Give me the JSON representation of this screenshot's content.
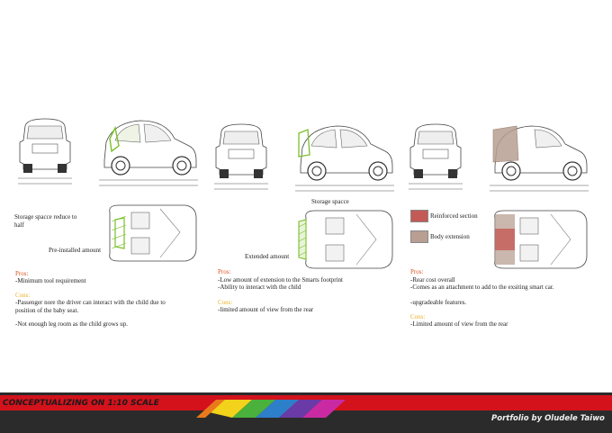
{
  "colors": {
    "pros": "#d9531e",
    "cons": "#e8b22a",
    "reinforced": "#c45a55",
    "body_extension": "#b89f92",
    "footer_red": "#d3121c",
    "footer_dark": "#2b2b2b",
    "child_seat_green": "#7bbf2a"
  },
  "concepts": [
    {
      "notes": [
        "Storage spacce reduce to half",
        "Pre-installed amount"
      ],
      "pros_label": "Pros:",
      "pros": [
        "-Minimum tool requirement"
      ],
      "cons_label": "Cons:",
      "cons": [
        "-Passenger nore the driver can interact with the child due to position of the baby seat.",
        "-Not enough leg room as the child grows up."
      ]
    },
    {
      "notes": [
        "Storage spacce",
        "Extended amount"
      ],
      "pros_label": "Pros:",
      "pros": [
        "-Low amount of extension to the Smarts footprint",
        "-Ability  to interact with the child"
      ],
      "cons_label": "Cons:",
      "cons": [
        "-limited amount of view from the rear"
      ]
    },
    {
      "legend": [
        "Reinforced section",
        "Body extension"
      ],
      "pros_label": "Pros:",
      "pros": [
        "-Rear cost overall",
        "-Comes as an attachment to add to the exsiting smart car.",
        "-upgradeable features."
      ],
      "cons_label": "Cons:",
      "cons": [
        "-Limited amount of view from the rear"
      ]
    }
  ],
  "footer": {
    "title": "CONCEPTUALIZING ON 1:10 SCALE",
    "credit": "Portfolio by Oludele Taiwo"
  }
}
